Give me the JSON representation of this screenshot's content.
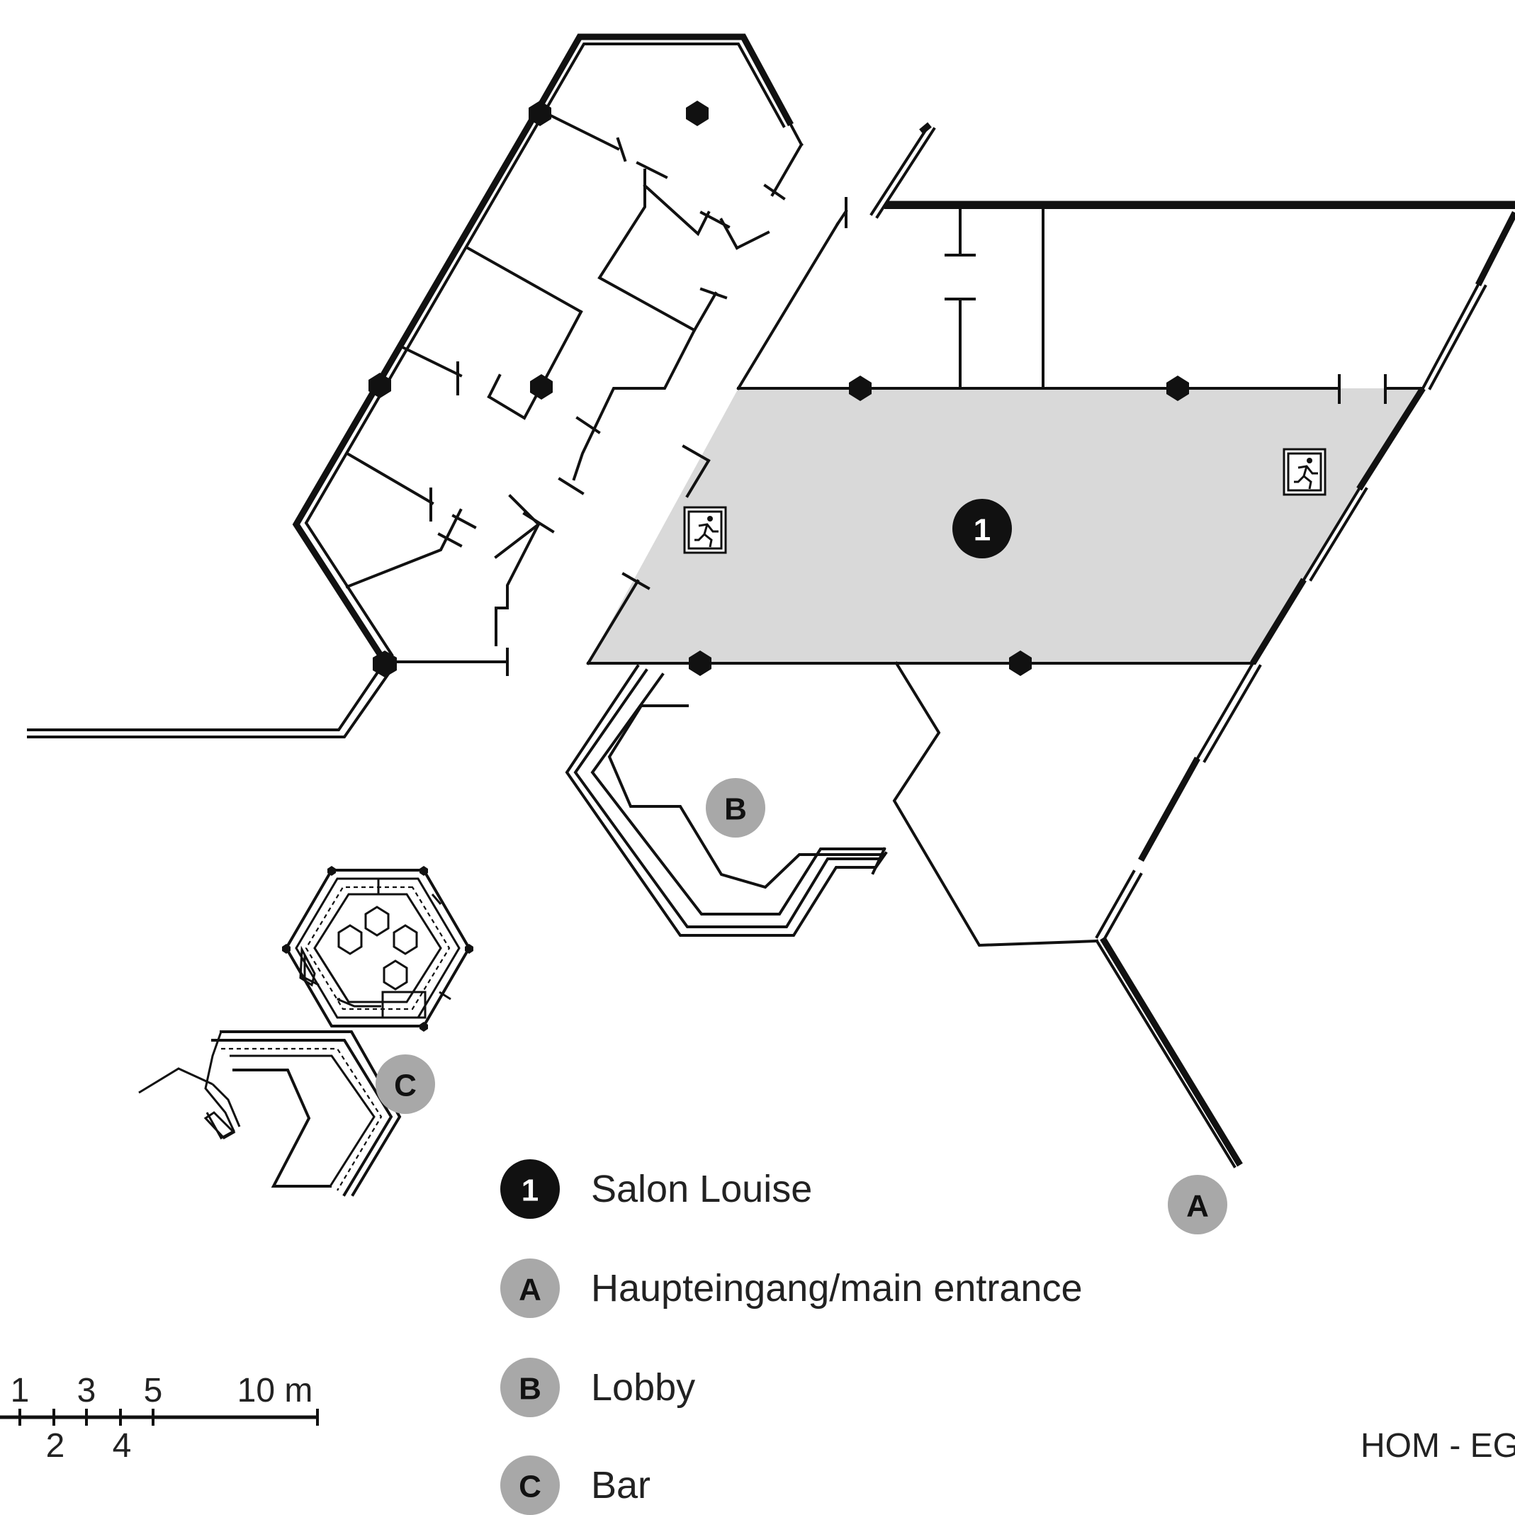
{
  "markers": {
    "room1": "1",
    "entrance": "A",
    "lobby": "B",
    "bar": "C"
  },
  "legend": [
    {
      "key": "1",
      "label": "Salon Louise",
      "style": "dark"
    },
    {
      "key": "A",
      "label": "Haupteingang/main entrance",
      "style": "grey"
    },
    {
      "key": "B",
      "label": "Lobby",
      "style": "grey"
    },
    {
      "key": "C",
      "label": "Bar",
      "style": "grey"
    }
  ],
  "scale": {
    "upper_ticks": [
      "1",
      "3",
      "5",
      "10 m"
    ],
    "lower_ticks": [
      "2",
      "4"
    ]
  },
  "plan_code": "HOM - EG",
  "colors": {
    "room_fill": "#d9d9d9",
    "marker_dark": "#111111",
    "marker_grey": "#a8a8a8",
    "line": "#111111"
  },
  "icons": [
    "emergency-exit-icon",
    "emergency-exit-icon"
  ]
}
